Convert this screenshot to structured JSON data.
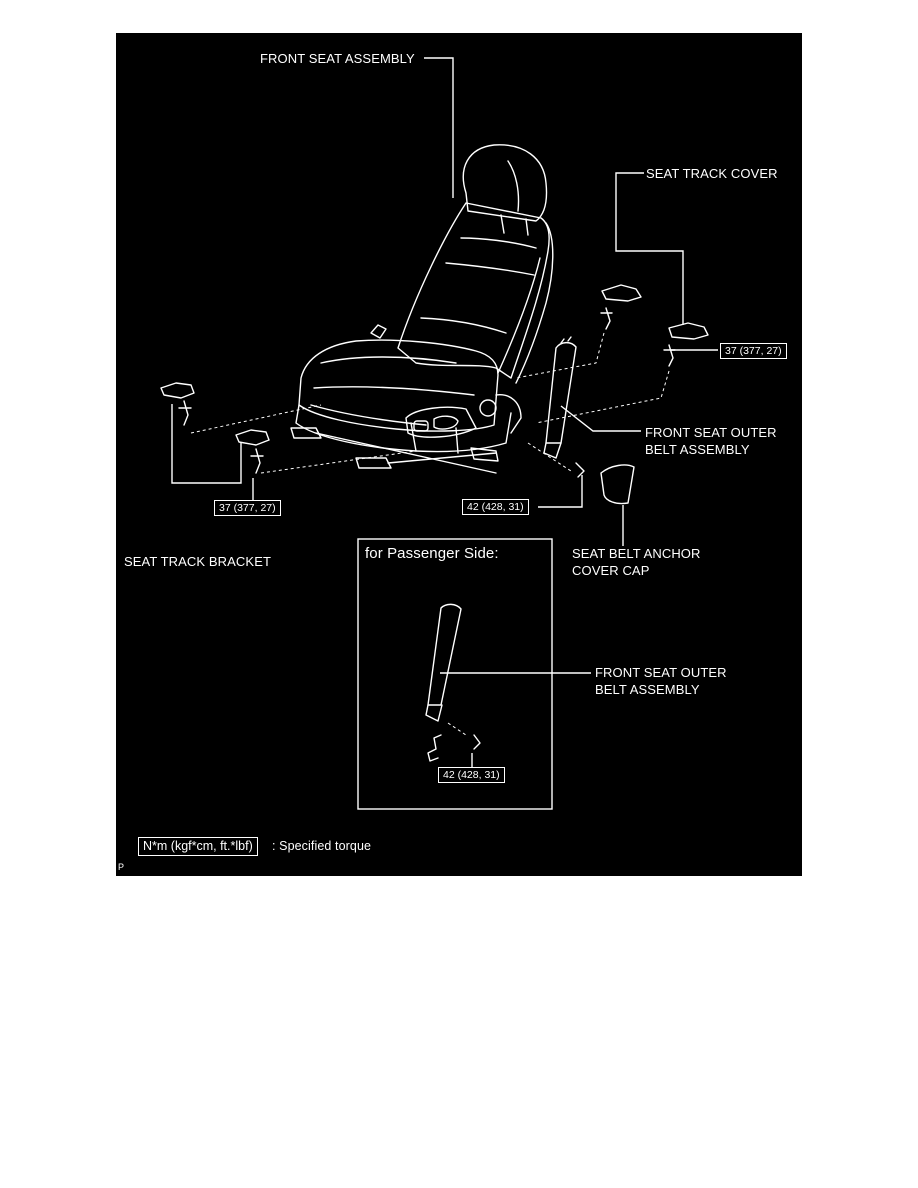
{
  "labels": {
    "front_seat_assembly": "FRONT SEAT ASSEMBLY",
    "seat_track_cover": "SEAT TRACK COVER",
    "front_seat_outer_belt": "FRONT SEAT OUTER\nBELT ASSEMBLY",
    "seat_track_bracket": "SEAT TRACK BRACKET",
    "seat_belt_anchor_cover_cap": "SEAT BELT ANCHOR\nCOVER CAP",
    "passenger_side_title": "for Passenger Side:",
    "passenger_outer_belt": "FRONT SEAT OUTER\nBELT ASSEMBLY",
    "footer_code": "P"
  },
  "torques": {
    "track_cover_bolt": "37 (377, 27)",
    "track_bracket_bolt": "37 (377, 27)",
    "belt_anchor_bolt": "42 (428, 31)",
    "passenger_anchor_bolt": "42 (428, 31)"
  },
  "legend": {
    "unit_box": "N*m (kgf*cm, ft.*lbf)",
    "unit_text": ": Specified torque"
  },
  "colors": {
    "background": "#000000",
    "line": "#ffffff"
  }
}
